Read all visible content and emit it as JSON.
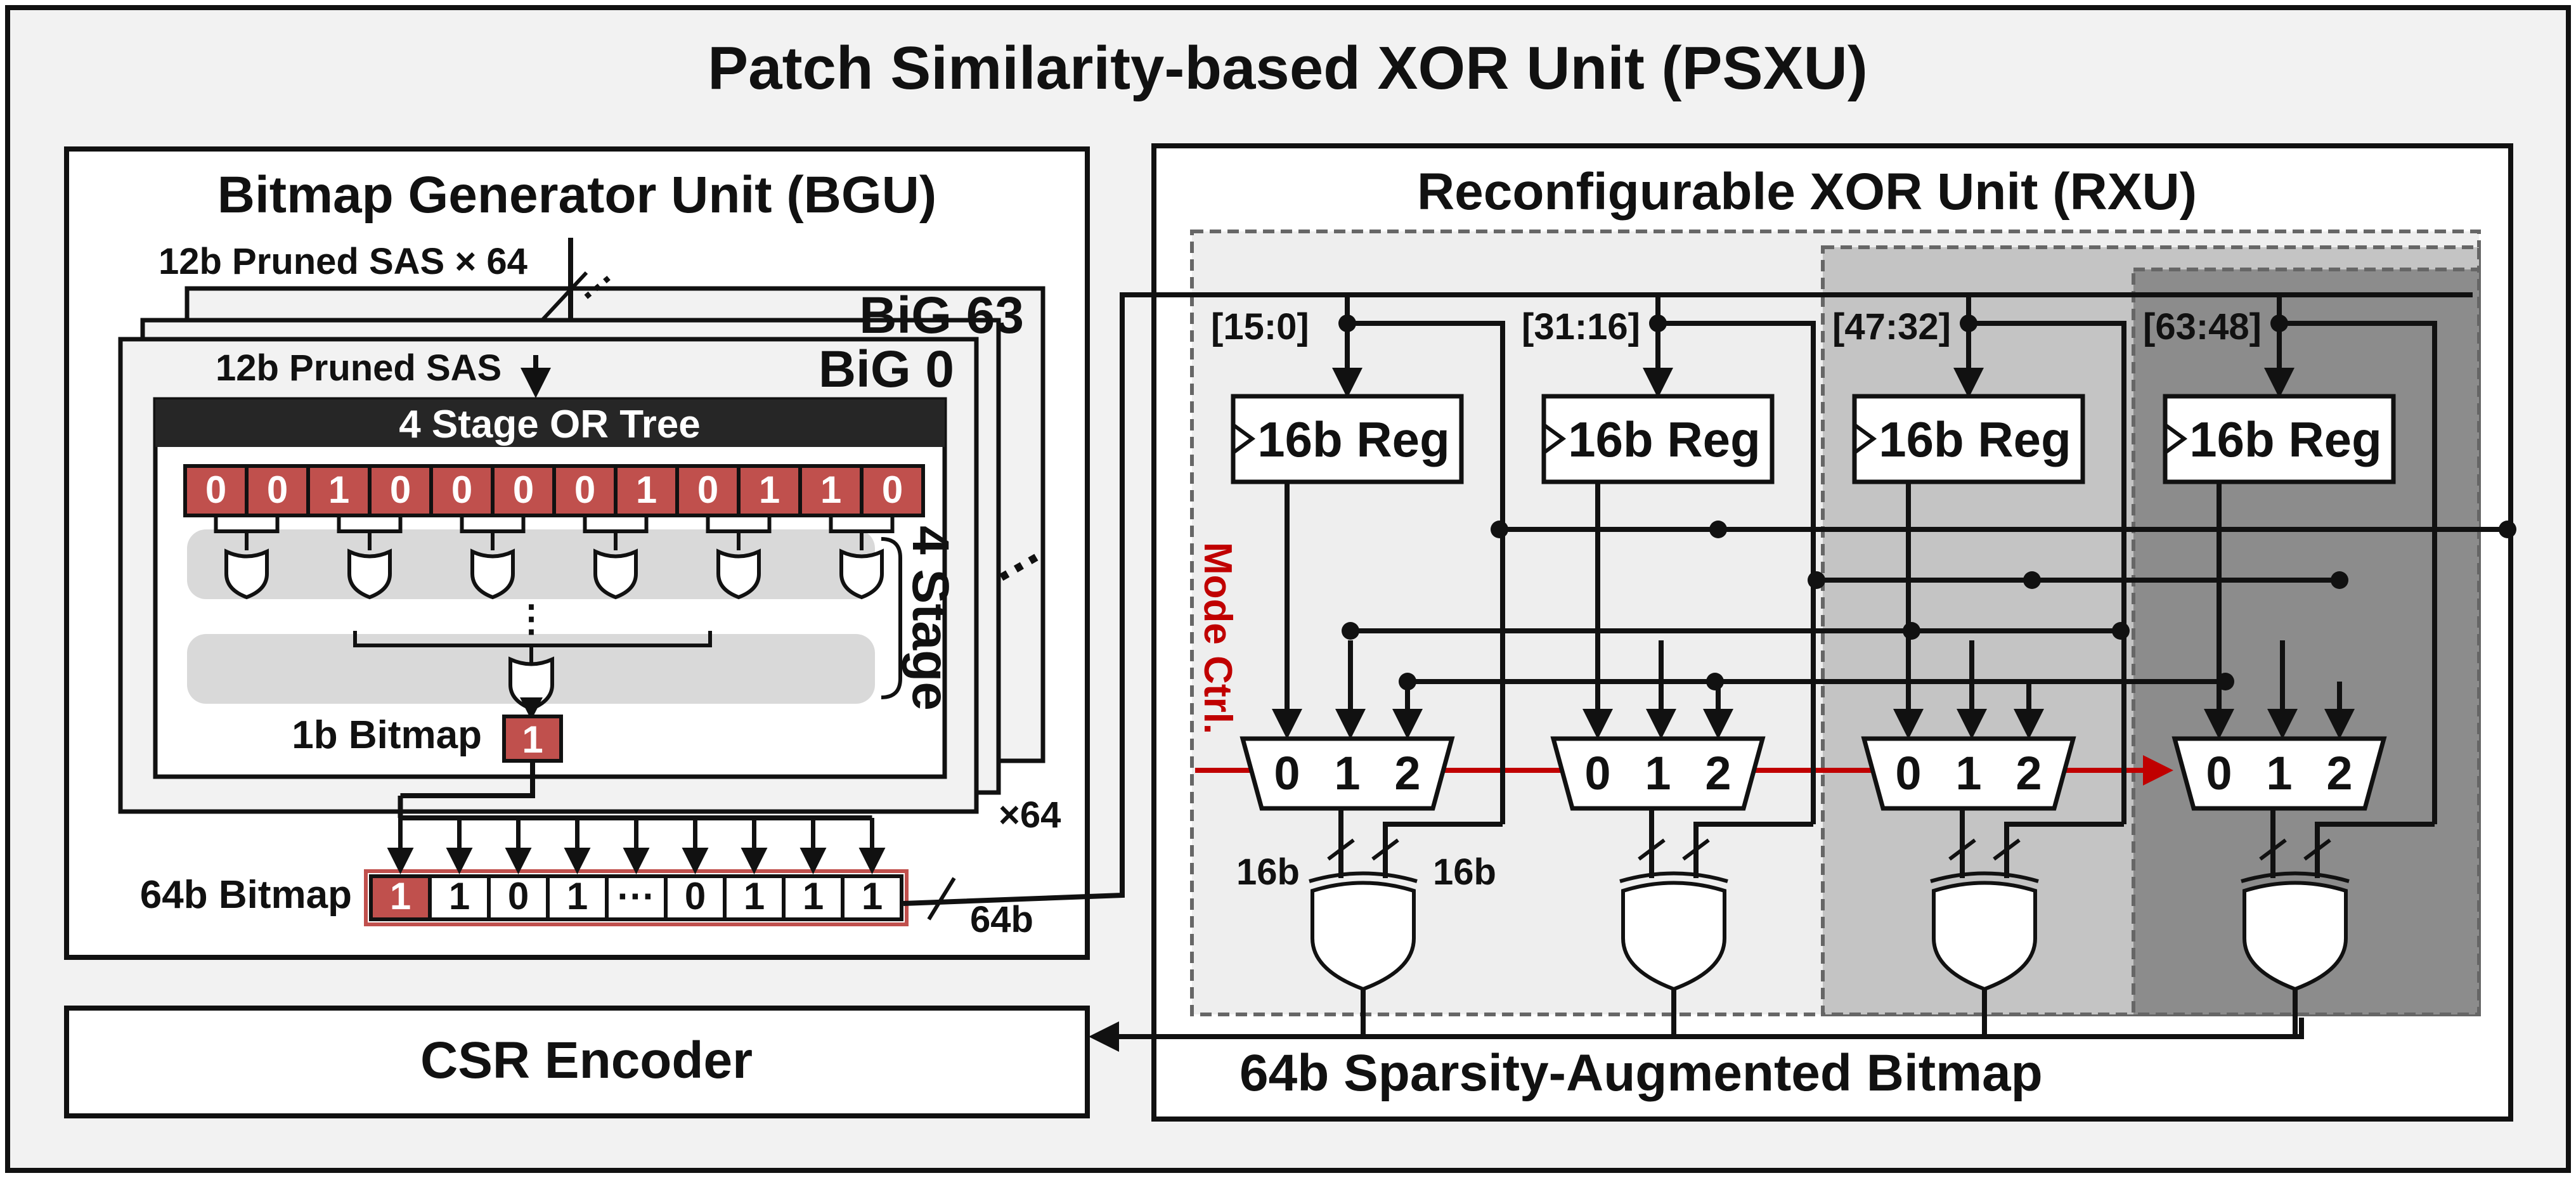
{
  "title": "Patch Similarity-based XOR Unit (PSXU)",
  "bgu": {
    "title": "Bitmap Generator Unit (BGU)",
    "input_label": "12b Pruned SAS × 64",
    "big_last": "BiG 63",
    "big_first": "BiG 0",
    "pruned_sas": "12b Pruned SAS",
    "or_tree_label": "4 Stage OR Tree",
    "bits": [
      "0",
      "0",
      "1",
      "0",
      "0",
      "0",
      "0",
      "1",
      "0",
      "1",
      "1",
      "0"
    ],
    "dots": "⋮",
    "stage_label": "4 Stage",
    "bitmap_1b_label": "1b Bitmap",
    "bitmap_1b_value": "1",
    "stack_dots": "…",
    "times64": "×64",
    "bitmap_64b_label": "64b Bitmap",
    "bitmap_64b": [
      "1",
      "1",
      "0",
      "1",
      "···",
      "0",
      "1",
      "1",
      "1"
    ],
    "bus_width": "64b"
  },
  "rxu": {
    "title": "Reconfigurable XOR Unit (RXU)",
    "slices": [
      "[15:0]",
      "[31:16]",
      "[47:32]",
      "[63:48]"
    ],
    "reg_label": "16b Reg",
    "mux_inputs": [
      "0",
      "1",
      "2"
    ],
    "mode_ctrl": "Mode Ctrl.",
    "width_left": "16b",
    "width_right": "16b",
    "output_label": "64b Sparsity-Augmented Bitmap"
  },
  "csr": {
    "label": "CSR Encoder"
  },
  "colors": {
    "accent_red": "#c0504d",
    "mode_red": "#c00000",
    "dark_bar": "#262626",
    "shade_1": "#eeeeee",
    "shade_2": "#c4c4c4",
    "shade_3": "#8c8c8c"
  }
}
